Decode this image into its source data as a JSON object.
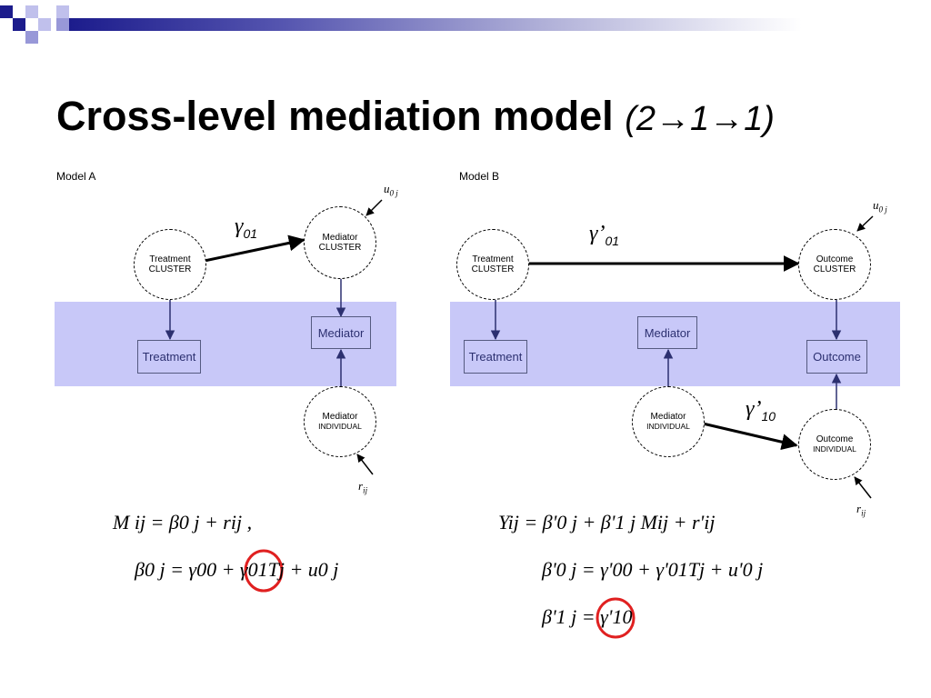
{
  "slide": {
    "title": "Cross-level mediation model",
    "title_suffix": "(2→1→1)"
  },
  "model_a": {
    "label": "Model A",
    "treatment_cluster": {
      "line1": "Treatment",
      "line2": "CLUSTER"
    },
    "mediator_cluster": {
      "line1": "Mediator",
      "line2": "CLUSTER"
    },
    "mediator_individual": {
      "line1": "Mediator",
      "line2": "INDIVIDUAL"
    },
    "treatment_box": "Treatment",
    "mediator_box": "Mediator",
    "path_label": "γ",
    "path_sub": "01",
    "u_label": "u",
    "u_sub": "0 j",
    "r_label": "r",
    "r_sub": "ij",
    "equation_1": "M ij = β0 j + rij ,",
    "equation_2": "β0 j = γ00 + γ01Tj + u0 j"
  },
  "model_b": {
    "label": "Model B",
    "treatment_cluster": {
      "line1": "Treatment",
      "line2": "CLUSTER"
    },
    "outcome_cluster": {
      "line1": "Outcome",
      "line2": "CLUSTER"
    },
    "mediator_individual": {
      "line1": "Mediator",
      "line2": "INDIVIDUAL"
    },
    "outcome_individual": {
      "line1": "Outcome",
      "line2": "INDIVIDUAL"
    },
    "treatment_box": "Treatment",
    "mediator_box": "Mediator",
    "outcome_box": "Outcome",
    "path_top_label": "γ’",
    "path_top_sub": "01",
    "path_bottom_label": "γ’",
    "path_bottom_sub": "10",
    "u_label": "u",
    "u_sub": "0 j",
    "r_label": "r",
    "r_sub": "ij",
    "equation_1": "Yij = β'0 j + β'1 j Mij + r'ij",
    "equation_2": "β'0 j = γ'00 + γ'01Tj + u'0 j",
    "equation_3": "β'1 j = γ'10"
  },
  "colors": {
    "band": "#c8c8f8",
    "box_border": "#555a80",
    "highlight_circle": "#e02020",
    "decor_navy": "#1c1c8c"
  }
}
